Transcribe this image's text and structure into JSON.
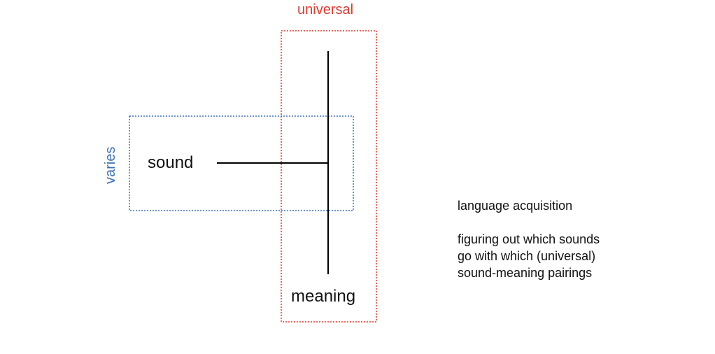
{
  "labels": {
    "universal": "universal",
    "varies": "varies",
    "sound": "sound",
    "meaning": "meaning"
  },
  "note": {
    "title": "language acquisition",
    "lines": [
      "figuring out which sounds",
      "go with which (universal)",
      "sound-meaning pairings"
    ]
  },
  "colors": {
    "universal": "#e03a2e",
    "varies": "#3a72b8",
    "text": "#111111",
    "line": "#000000"
  }
}
